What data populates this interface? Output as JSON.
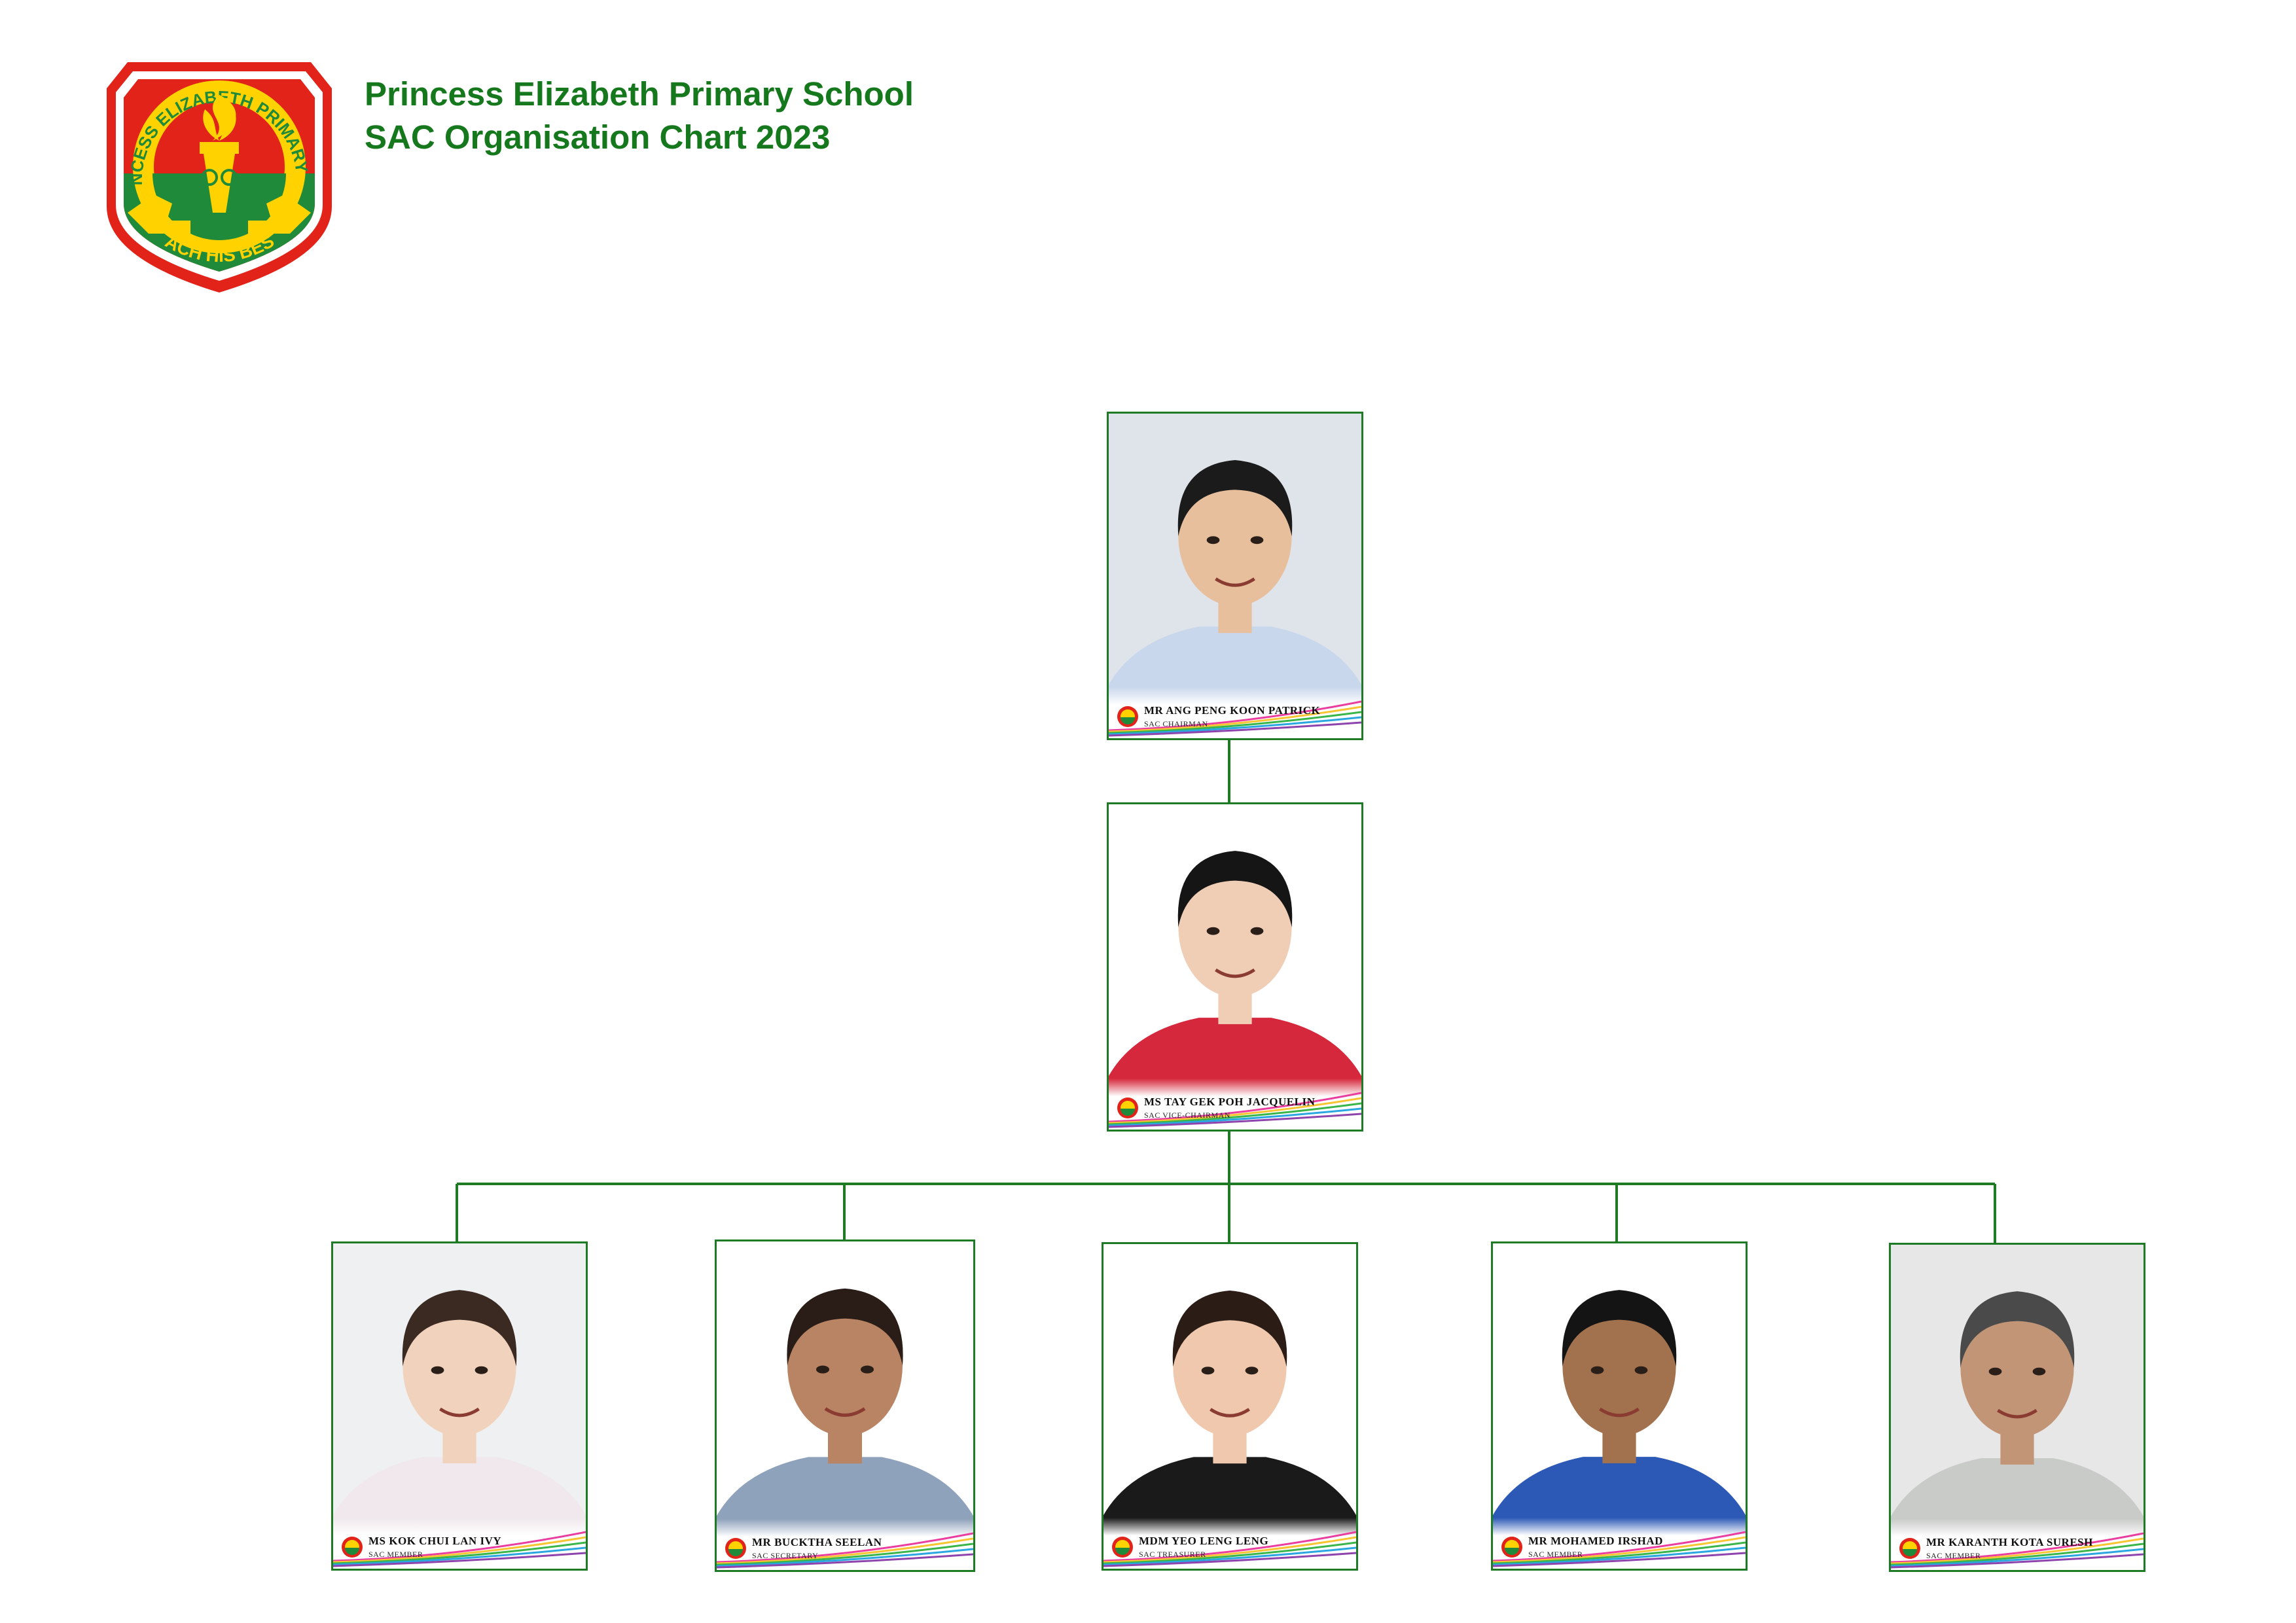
{
  "header": {
    "school_name": "Princess Elizabeth Primary School",
    "chart_title": "SAC Organisation Chart 2023"
  },
  "logo": {
    "ring_text": "PRINCESS ELIZABETH PRIMARY SCH",
    "motto": "EACH HIS BEST",
    "colors": {
      "red": "#e2231a",
      "yellow": "#ffd200",
      "green": "#1e8a3a"
    }
  },
  "colors": {
    "title": "#16781d",
    "border": "#1f7a25",
    "connector": "#1f7a25"
  },
  "members": [
    {
      "name": "MR ANG PENG KOON PATRICK",
      "role": "SAC CHAIRMAN",
      "bg": "#dfe3ea",
      "skin": "#e7bf9d",
      "hair": "#1b1b1b",
      "shirt": "#c9d7ec"
    },
    {
      "name": "MS TAY GEK POH JACQUELIN",
      "role": "SAC VICE-CHAIRMAN",
      "bg": "#ffffff",
      "skin": "#f0cdb5",
      "hair": "#151515",
      "shirt": "#d6283c"
    },
    {
      "name": "MS KOK CHUI LAN IVY",
      "role": "SAC MEMBER",
      "bg": "#eef0f2",
      "skin": "#f1d2bd",
      "hair": "#3a2a22",
      "shirt": "#f0e8ec"
    },
    {
      "name": "MR BUCKTHA SEELAN",
      "role": "SAC SECRETARY",
      "bg": "#ffffff",
      "skin": "#b98463",
      "hair": "#2a1d18",
      "shirt": "#8fa2bb"
    },
    {
      "name": "MDM YEO LENG LENG",
      "role": "SAC TREASURER",
      "bg": "#ffffff",
      "skin": "#efc8ad",
      "hair": "#2b1c16",
      "shirt": "#1a1a1a"
    },
    {
      "name": "MR MOHAMED IRSHAD",
      "role": "SAC MEMBER",
      "bg": "#ffffff",
      "skin": "#a2714e",
      "hair": "#141414",
      "shirt": "#2c58b6"
    },
    {
      "name": "MR KARANTH KOTA SURESH",
      "role": "SAC MEMBER",
      "bg": "#e6e7e6",
      "skin": "#c39577",
      "hair": "#4a4a4a",
      "shirt": "#c9cbc9"
    }
  ]
}
